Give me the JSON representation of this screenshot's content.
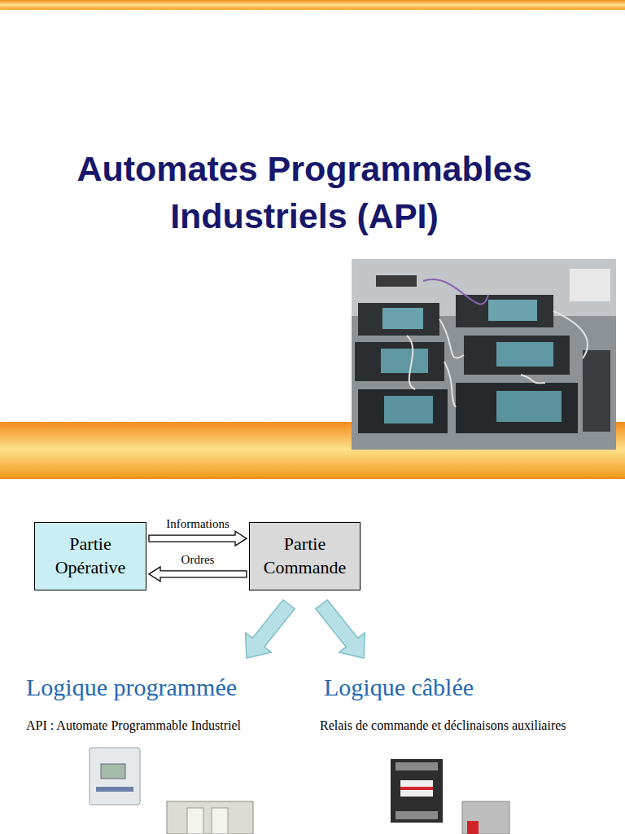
{
  "diagram": {
    "title": "Automates Programmables Industriels (API)",
    "nodes": [
      {
        "text": [
          "Partie Opérative"
        ]
      },
      {
        "text": [
          "Partie Commande"
        ]
      }
    ],
    "edges": [
      {
        "from": 0,
        "to": 1,
        "label": "Informations",
        "arrow": "to"
      },
      {
        "from": 1,
        "to": 0,
        "label": "Ordres",
        "arrow": "to"
      }
    ],
    "labels": [
      "Logique programmée",
      "Logique câblée",
      "API : Automate Programmable Industriel",
      "Relais de commande et déclinaisons auxiliaires"
    ]
  }
}
